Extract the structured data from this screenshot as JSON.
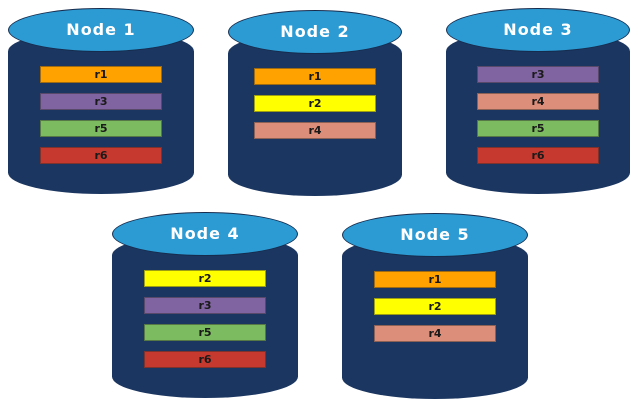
{
  "colors": {
    "cylinder_body": "#1B3660",
    "cylinder_top": "#2C9BD4",
    "node_label_text": "#FFFFFF",
    "record_text": "#1A1A1A"
  },
  "record_colors": {
    "r1": "#FFA200",
    "r2": "#FFFF00",
    "r3": "#8064A2",
    "r4": "#DD8E7B",
    "r5": "#7CBB5F",
    "r6": "#C6392F"
  },
  "nodes": [
    {
      "label": "Node 1",
      "records": [
        {
          "label": "r1",
          "color": "#FFA200"
        },
        {
          "label": "r3",
          "color": "#8064A2"
        },
        {
          "label": "r5",
          "color": "#7CBB5F"
        },
        {
          "label": "r6",
          "color": "#C6392F"
        }
      ]
    },
    {
      "label": "Node 2",
      "records": [
        {
          "label": "r1",
          "color": "#FFA200"
        },
        {
          "label": "r2",
          "color": "#FFFF00"
        },
        {
          "label": "r4",
          "color": "#DD8E7B"
        }
      ]
    },
    {
      "label": "Node 3",
      "records": [
        {
          "label": "r3",
          "color": "#8064A2"
        },
        {
          "label": "r4",
          "color": "#DD8E7B"
        },
        {
          "label": "r5",
          "color": "#7CBB5F"
        },
        {
          "label": "r6",
          "color": "#C6392F"
        }
      ]
    },
    {
      "label": "Node 4",
      "records": [
        {
          "label": "r2",
          "color": "#FFFF00"
        },
        {
          "label": "r3",
          "color": "#8064A2"
        },
        {
          "label": "r5",
          "color": "#7CBB5F"
        },
        {
          "label": "r6",
          "color": "#C6392F"
        }
      ]
    },
    {
      "label": "Node 5",
      "records": [
        {
          "label": "r1",
          "color": "#FFA200"
        },
        {
          "label": "r2",
          "color": "#FFFF00"
        },
        {
          "label": "r4",
          "color": "#DD8E7B"
        }
      ]
    }
  ]
}
